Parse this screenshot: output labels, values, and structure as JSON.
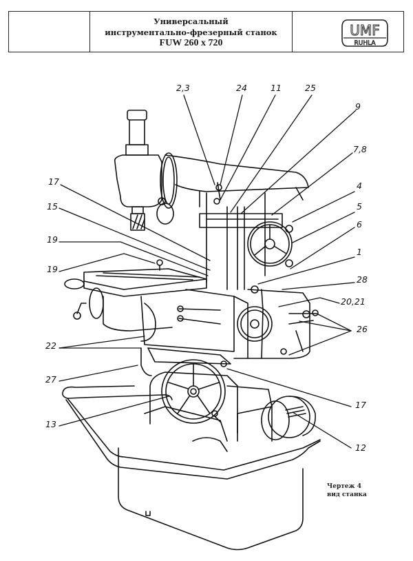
{
  "header": {
    "title_line1": "Универсальный",
    "title_line2": "инструментально-фрезерный станок",
    "model": "FUW 260 x 720",
    "logo": {
      "top": "UMF",
      "bottom": "RUHLA"
    }
  },
  "callouts": [
    {
      "id": "2,3",
      "label": "2,3"
    },
    {
      "id": "24",
      "label": "24"
    },
    {
      "id": "11",
      "label": "11"
    },
    {
      "id": "25",
      "label": "25"
    },
    {
      "id": "9",
      "label": "9"
    },
    {
      "id": "7,8",
      "label": "7,8"
    },
    {
      "id": "4",
      "label": "4"
    },
    {
      "id": "5",
      "label": "5"
    },
    {
      "id": "6",
      "label": "6"
    },
    {
      "id": "1",
      "label": "1"
    },
    {
      "id": "28",
      "label": "28"
    },
    {
      "id": "20,21",
      "label": "20,21"
    },
    {
      "id": "26",
      "label": "26"
    },
    {
      "id": "17a",
      "label": "17"
    },
    {
      "id": "12",
      "label": "12"
    },
    {
      "id": "17b",
      "label": "17"
    },
    {
      "id": "15",
      "label": "15"
    },
    {
      "id": "19a",
      "label": "19"
    },
    {
      "id": "19b",
      "label": "19"
    },
    {
      "id": "22",
      "label": "22"
    },
    {
      "id": "27",
      "label": "27"
    },
    {
      "id": "13",
      "label": "13"
    }
  ],
  "caption": {
    "line1": "Чертеж 4",
    "line2": "вид станка"
  }
}
